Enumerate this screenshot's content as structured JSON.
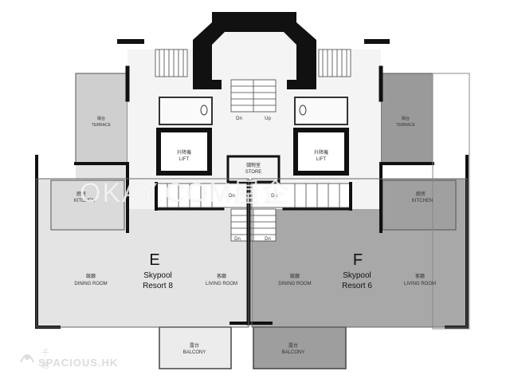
{
  "units": {
    "left": {
      "letter": "E",
      "name_line1": "Skypool",
      "name_line2": "Resort 8",
      "dining_cn": "飯廳",
      "dining_en": "DINING ROOM",
      "living_cn": "客廳",
      "living_en": "LIVING ROOM",
      "kitchen_cn": "廚房",
      "kitchen_en": "KITCHEN",
      "terrace_cn": "陽台",
      "terrace_en": "TERRACE",
      "balcony_cn": "露台",
      "balcony_en": "BALCONY",
      "lift_cn": "升降機",
      "lift_en": "LIFT"
    },
    "right": {
      "letter": "F",
      "name_line1": "Skypool",
      "name_line2": "Resort 6",
      "dining_cn": "飯廳",
      "dining_en": "DINING ROOM",
      "living_cn": "客廳",
      "living_en": "LIVING ROOM",
      "kitchen_cn": "廚房",
      "kitchen_en": "KITCHEN",
      "terrace_cn": "陽台",
      "terrace_en": "TERRACE",
      "balcony_cn": "露台",
      "balcony_en": "BALCONY",
      "lift_cn": "升降機",
      "lift_en": "LIFT"
    }
  },
  "core": {
    "store_cn": "儲物室",
    "store_en": "STORE",
    "stair_labels": [
      "Dn",
      "Up",
      "Dn",
      "Dn",
      "Dn",
      "Dn"
    ]
  },
  "watermark": "OKAY.COM屋企",
  "brand": {
    "cn": "千居",
    "en": "SPACIOUS.HK"
  },
  "colors": {
    "left_fill": "#e3e3e3",
    "right_fill": "#a9a9a9",
    "wall": "#111111"
  }
}
